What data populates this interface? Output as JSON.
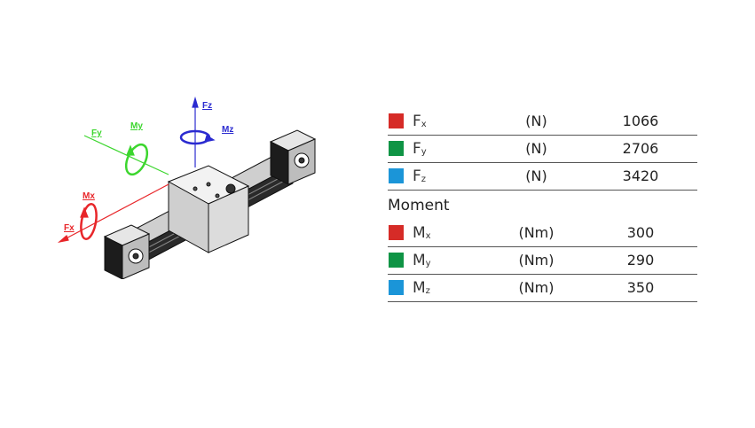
{
  "diagram": {
    "labels": {
      "fx": "Fx",
      "fy": "Fy",
      "fz": "Fz",
      "mx": "Mx",
      "my": "My",
      "mz": "Mz"
    },
    "colors": {
      "x": "#e8262a",
      "y": "#3cd62e",
      "z": "#2b2bd0"
    }
  },
  "table": {
    "moment_title": "Moment",
    "forces": [
      {
        "sym": "F",
        "sub": "x",
        "unit": "(N)",
        "value": "1066",
        "color": "#d62b27"
      },
      {
        "sym": "F",
        "sub": "y",
        "unit": "(N)",
        "value": "2706",
        "color": "#0f9445"
      },
      {
        "sym": "F",
        "sub": "z",
        "unit": "(N)",
        "value": "3420",
        "color": "#1b95d8"
      }
    ],
    "moments": [
      {
        "sym": "M",
        "sub": "x",
        "unit": "(Nm)",
        "value": "300",
        "color": "#d62b27"
      },
      {
        "sym": "M",
        "sub": "y",
        "unit": "(Nm)",
        "value": "290",
        "color": "#0f9445"
      },
      {
        "sym": "M",
        "sub": "z",
        "unit": "(Nm)",
        "value": "350",
        "color": "#1b95d8"
      }
    ]
  }
}
